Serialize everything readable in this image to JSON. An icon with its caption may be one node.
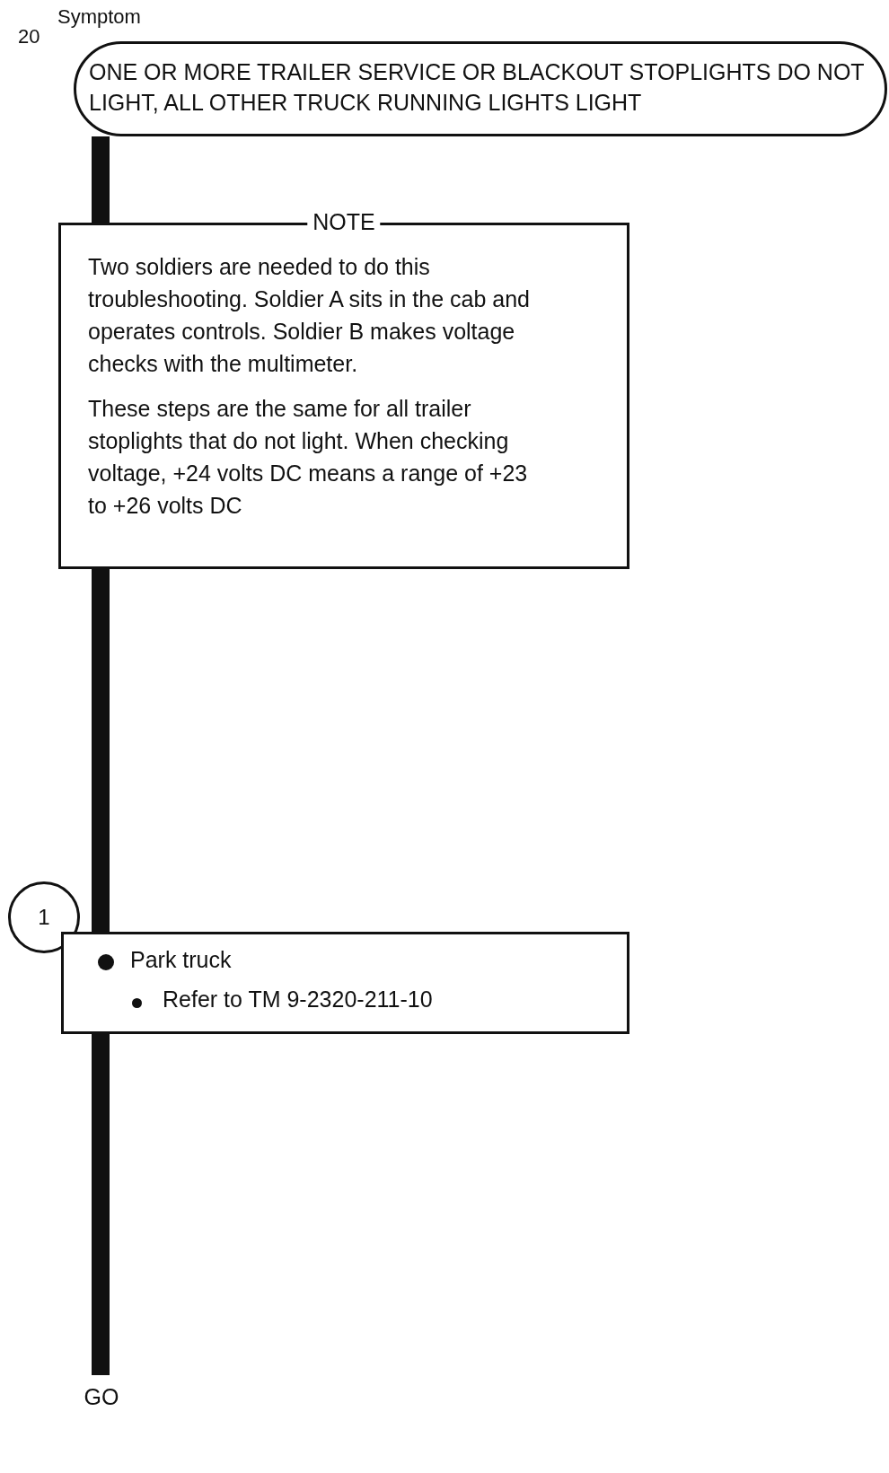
{
  "diagram": {
    "nodes": [
      {
        "text": [
          "ONE OR MORE TRAILER SERVICE OR BLACKOUT STOPLIGHTS DO NOT LIGHT, ALL OTHER TRUCK RUNNING LIGHTS LIGHT"
        ],
        "beside": [
          "Symptom",
          "20"
        ]
      },
      {
        "text": [
          "NOTE",
          "Two soldiers are needed to do this troubleshooting.  Soldier A sits in the cab and operates controls.  Soldier B makes voltage checks with the multimeter.",
          "These steps are the same for all trailer stoplights that do not light.  When checking voltage, +24 volts DC means a range of +23 to +26 volts DC"
        ]
      },
      {
        "text": [
          "1"
        ]
      },
      {
        "text": [
          "Park truck",
          "Refer to TM 9-2320-211-10"
        ]
      },
      {
        "text": [
          "GO"
        ]
      }
    ],
    "edges": [
      {
        "from": 0,
        "to": 1,
        "arrow": "none"
      },
      {
        "from": 1,
        "to": 3,
        "arrow": "none"
      },
      {
        "from": 3,
        "to": 4,
        "arrow": "none"
      }
    ]
  }
}
